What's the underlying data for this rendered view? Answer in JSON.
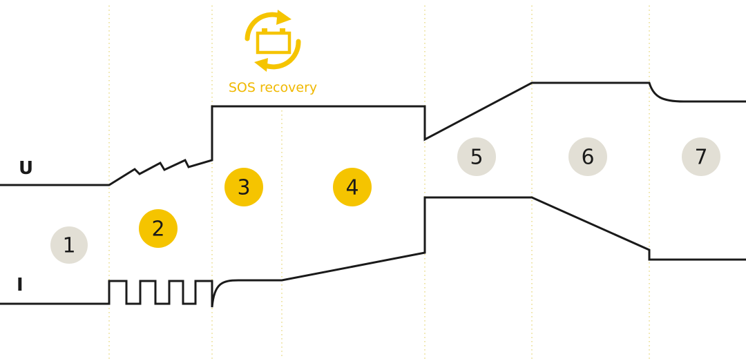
{
  "labels": {
    "voltage": "U",
    "current": "I",
    "sos": "SOS recovery"
  },
  "stages": [
    {
      "number": "1",
      "highlighted": false
    },
    {
      "number": "2",
      "highlighted": true
    },
    {
      "number": "3",
      "highlighted": true
    },
    {
      "number": "4",
      "highlighted": true
    },
    {
      "number": "5",
      "highlighted": false
    },
    {
      "number": "6",
      "highlighted": false
    },
    {
      "number": "7",
      "highlighted": false
    }
  ],
  "icons": {
    "sos": "battery-recycle-icon"
  },
  "colors": {
    "accent": "#f5c400",
    "accent_text": "#f0b800",
    "neutral_circle": "#e2dfd5",
    "curve": "#1a1a1a",
    "divider": "#e9dc8a"
  }
}
